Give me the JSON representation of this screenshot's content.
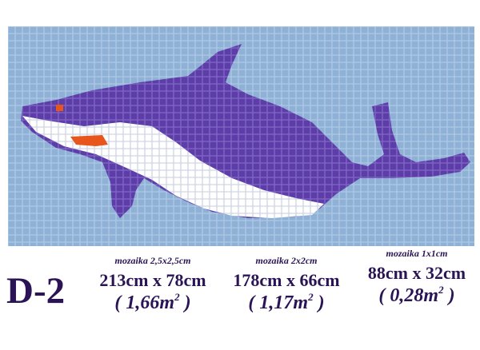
{
  "product": {
    "code": "D-2"
  },
  "image": {
    "subject_icon": "dolphin-mosaic",
    "colors": {
      "water": "#8fb1d6",
      "grout": "#a9c4e2",
      "dolphin_body": "#5d3ea8",
      "dolphin_dark": "#4a2b95",
      "belly": "#ffffff",
      "eye_accent": "#e8561c"
    }
  },
  "options": [
    {
      "label": "mozaika 2,5x2,5cm",
      "dimensions": "213cm x 78cm",
      "area_open": "( ",
      "area_value": "1,66m",
      "area_sup": "2",
      "area_close": " )"
    },
    {
      "label": "mozaika 2x2cm",
      "dimensions": "178cm x 66cm",
      "area_open": "( ",
      "area_value": "1,17m",
      "area_sup": "2",
      "area_close": " )"
    },
    {
      "label": "mozaika 1x1cm",
      "dimensions": "88cm x 32cm",
      "area_open": "( ",
      "area_value": "0,28m",
      "area_sup": "2",
      "area_close": " )"
    }
  ]
}
